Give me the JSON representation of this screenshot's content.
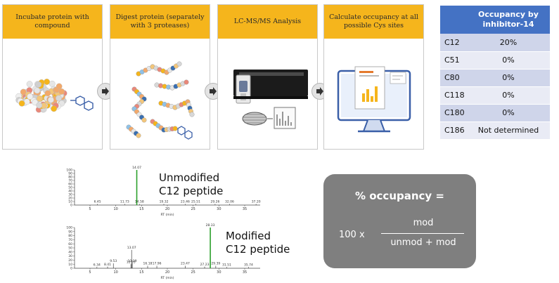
{
  "workflow": {
    "steps": [
      {
        "title": "Incubate protein with compound"
      },
      {
        "title": "Digest protein (separately with 3 proteases)"
      },
      {
        "title": "LC-MS/MS Analysis"
      },
      {
        "title": "Calculate occupancy at all possible Cys sites"
      }
    ]
  },
  "table": {
    "header": "Occupancy by inhibitor-14",
    "rows": [
      {
        "site": "C12",
        "value": "20%"
      },
      {
        "site": "C51",
        "value": "0%"
      },
      {
        "site": "C80",
        "value": "0%"
      },
      {
        "site": "C118",
        "value": "0%"
      },
      {
        "site": "C180",
        "value": "0%"
      },
      {
        "site": "C186",
        "value": "Not determined"
      }
    ]
  },
  "chromatograms": [
    {
      "label_line1": "Unmodified",
      "label_line2": "C12 peptide",
      "xlabel": "RT (min)",
      "yticks": [
        "100",
        "90",
        "80",
        "70",
        "60",
        "50",
        "40",
        "30",
        "20",
        "10",
        "0"
      ],
      "xticks": [
        "5",
        "10",
        "15",
        "20",
        "25",
        "30",
        "35"
      ],
      "peaks": [
        {
          "label": "6.45",
          "rt": 6.45,
          "h": 3
        },
        {
          "label": "11.73",
          "rt": 11.73,
          "h": 3
        },
        {
          "label": "14.07",
          "rt": 14.07,
          "h": 100,
          "highlight": true
        },
        {
          "label": "14.58",
          "rt": 14.58,
          "h": 3
        },
        {
          "label": "19.32",
          "rt": 19.32,
          "h": 3
        },
        {
          "label": "23.46",
          "rt": 23.46,
          "h": 3
        },
        {
          "label": "25.51",
          "rt": 25.51,
          "h": 3
        },
        {
          "label": "29.26",
          "rt": 29.26,
          "h": 3
        },
        {
          "label": "32.06",
          "rt": 32.06,
          "h": 3
        },
        {
          "label": "37.20",
          "rt": 37.2,
          "h": 3
        }
      ]
    },
    {
      "label_line1": "Modified",
      "label_line2": "C12 peptide",
      "xlabel": "RT (min)",
      "yticks": [
        "100",
        "90",
        "80",
        "70",
        "60",
        "50",
        "40",
        "30",
        "20",
        "10",
        "0"
      ],
      "xticks": [
        "5",
        "10",
        "15",
        "20",
        "25",
        "30",
        "35"
      ],
      "peaks": [
        {
          "label": "6.34",
          "rt": 6.34,
          "h": 3
        },
        {
          "label": "8.41",
          "rt": 8.41,
          "h": 4
        },
        {
          "label": "9.53",
          "rt": 9.53,
          "h": 12
        },
        {
          "label": "12.93",
          "rt": 12.93,
          "h": 10
        },
        {
          "label": "13.07",
          "rt": 13.07,
          "h": 45
        },
        {
          "label": "13.19",
          "rt": 13.19,
          "h": 12
        },
        {
          "label": "16.18",
          "rt": 16.18,
          "h": 6
        },
        {
          "label": "17.96",
          "rt": 17.96,
          "h": 6
        },
        {
          "label": "23.47",
          "rt": 23.47,
          "h": 6
        },
        {
          "label": "27.23",
          "rt": 27.23,
          "h": 4
        },
        {
          "label": "28.33",
          "rt": 28.33,
          "h": 100,
          "highlight": true
        },
        {
          "label": "29.39",
          "rt": 29.39,
          "h": 6
        },
        {
          "label": "31.51",
          "rt": 31.51,
          "h": 3
        },
        {
          "label": "35.74",
          "rt": 35.74,
          "h": 3
        }
      ]
    }
  ],
  "formula": {
    "title": "% occupancy =",
    "multiplier": "100 x",
    "numerator": "mod",
    "denominator": "unmod + mod"
  },
  "colors": {
    "step_header": "#f5b51c",
    "table_header": "#4472c4",
    "peak_highlight": "#2ca02c",
    "formula_bg": "#7f7f7f"
  }
}
